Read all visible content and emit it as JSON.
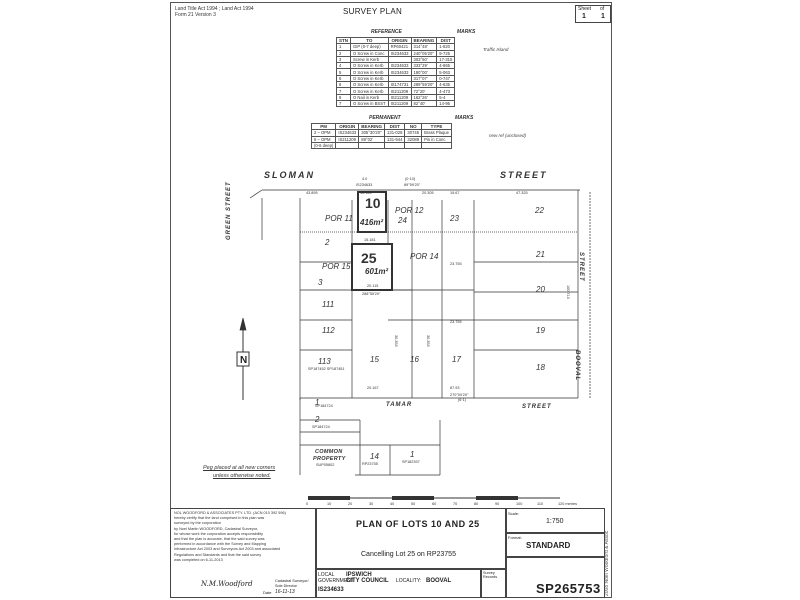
{
  "header": {
    "act_note_1": "Land Title Act 1994 ; Land Act 1994",
    "act_note_2": "Form 21 Version 3",
    "title": "SURVEY PLAN",
    "sheet_label": "Sheet",
    "sheet_of": "of",
    "sheet_num": "1",
    "sheet_total": "1"
  },
  "reference_marks": {
    "caption_left": "REFERENCE",
    "caption_right": "MARKS",
    "columns": [
      "STN",
      "TO",
      "ORIGIN",
      "BEARING",
      "DIST"
    ],
    "rows": [
      [
        "1",
        "GIP (0-7 deep)",
        "RP60421",
        "314°48'",
        "1-820"
      ],
      [
        "2",
        "O Screw in Conc",
        "IS234633",
        "240°05'20\"",
        "9-725"
      ],
      [
        "3",
        "Screw in Kerb",
        "",
        "303°50'",
        "17-315"
      ],
      [
        "4",
        "O Screw in Kerb",
        "IS234633",
        "333°29'",
        "4-665"
      ],
      [
        "5",
        "O Screw in Kerb",
        "IS234633",
        "180°00'",
        "5-063"
      ],
      [
        "6",
        "O Screw in Kerb",
        "",
        "317°07'",
        "0-747"
      ],
      [
        "6",
        "O Screw in Kerb",
        "IS174731",
        "289°59'20\"",
        "4-635"
      ],
      [
        "7",
        "O Screw in Kerb",
        "IS211209",
        "72°20'",
        "4-473"
      ],
      [
        "8",
        "O Nail in Kerb",
        "IS211209",
        "162°26'",
        "5-4"
      ],
      [
        "7",
        "O Screw in BSST",
        "IS211209",
        "82°40'",
        "14-95"
      ]
    ],
    "side_note": "Traffic Island"
  },
  "permanent_marks": {
    "caption_left": "PERMANENT",
    "caption_right": "MARKS",
    "columns": [
      "PM",
      "ORIGIN",
      "BEARING",
      "DIST",
      "NO",
      "TYPE"
    ],
    "rows": [
      [
        "2 – OPM",
        "IS234633",
        "305°30'20\"",
        "131-028",
        "30745",
        "Brass Plaque"
      ],
      [
        "6 – OPM",
        "IS211209",
        "89°02'",
        "131-944",
        "32089",
        "Pin in Conc"
      ],
      [
        "(0-6 deep)",
        "",
        "",
        "",
        "",
        ""
      ]
    ],
    "side_note": "new ref (unclosed)"
  },
  "plan": {
    "street_sloman_1": "SLOMAN",
    "street_sloman_2": "STREET",
    "street_green": "GREEN STREET",
    "street_tamar_1": "TAMAR",
    "street_tamar_2": "STREET",
    "street_booval_left": "BOOVAL",
    "street_booval_top": "STREET",
    "lot_10": "10",
    "lot_10_area": "416m²",
    "lot_25": "25",
    "lot_25_area": "601m²",
    "lots": [
      "POR 11",
      "POR 12",
      "24",
      "23",
      "22",
      "2",
      "21",
      "POR 15",
      "3",
      "POR 14",
      "20",
      "111",
      "112",
      "19",
      "113",
      "15",
      "16",
      "17",
      "18",
      "1",
      "2",
      "14",
      "1"
    ],
    "plan_refs": [
      "SP187452 SP187451",
      "SP184724",
      "SP184724",
      "RP23755",
      "SP182397"
    ],
    "common_property_1": "COMMON",
    "common_property_2": "PROPERTY",
    "common_property_3": "SUP05802",
    "dims_top": [
      "4.0",
      "(0·10)",
      "IS234633",
      "89°59'20\"",
      "43.895",
      "16.165",
      "20.305",
      "19.67",
      "47.325"
    ],
    "dim_right": "100.713",
    "dim_bottom": [
      "20.167",
      "87.93",
      "270°00'20\"",
      "(6·1)"
    ],
    "dims_misc": [
      "20.115",
      "288°55'20\"",
      "15.181",
      "23.755",
      "23.755",
      "30.353",
      "30.353"
    ],
    "peg_note_1": "Peg placed at all new corners",
    "peg_note_2": "unless otherwise noted.",
    "scale_bar_labels": [
      "0",
      "10",
      "20",
      "30",
      "40",
      "50",
      "60",
      "70",
      "80",
      "90",
      "100",
      "110",
      "120 metres"
    ]
  },
  "bottom": {
    "cert_lines": [
      "NOL WOODFORD & ASSOCIATES PTY. LTD. (ACN 010 392 596)",
      "hereby certify that the land comprised in this plan was",
      "surveyed by the corporation",
      "by Noel Martin WOODFORD, Cadastral Surveyor,",
      "for whose work the corporation accepts responsibility",
      "and that the plan is accurate, that the said survey was",
      "performed in accordance with the Survey and Mapping",
      "Infrastructure Act 2003 and Surveyors Act 2003 and associated",
      "Regulations and Standards and that the said survey",
      "was completed on     6-11-2013"
    ],
    "signature": "N.M.Woodford",
    "signer_title_1": "Cadastral Surveyor/",
    "signer_title_2": "Sole Director",
    "date_label": "Date",
    "date_value": "16-11-13",
    "plan_title": "PLAN OF LOTS 10 AND 25",
    "cancelling": "Cancelling Lot 25 on RP23755",
    "local_label": "LOCAL",
    "government_label": "GOVERNMENT:",
    "council_1": "IPSWICH",
    "council_2": "CITY COUNCIL",
    "locality_label": "LOCALITY:",
    "locality_value": "BOOVAL",
    "survey_records_label": "Survey Records",
    "survey_records_value": "IS234633",
    "scale_label": "Scale:",
    "scale_value": "1:750",
    "format_label": "Format:",
    "format_value": "STANDARD",
    "sp_number": "SP265753",
    "copyright": "2008 Noel Woodford & Assoc"
  }
}
